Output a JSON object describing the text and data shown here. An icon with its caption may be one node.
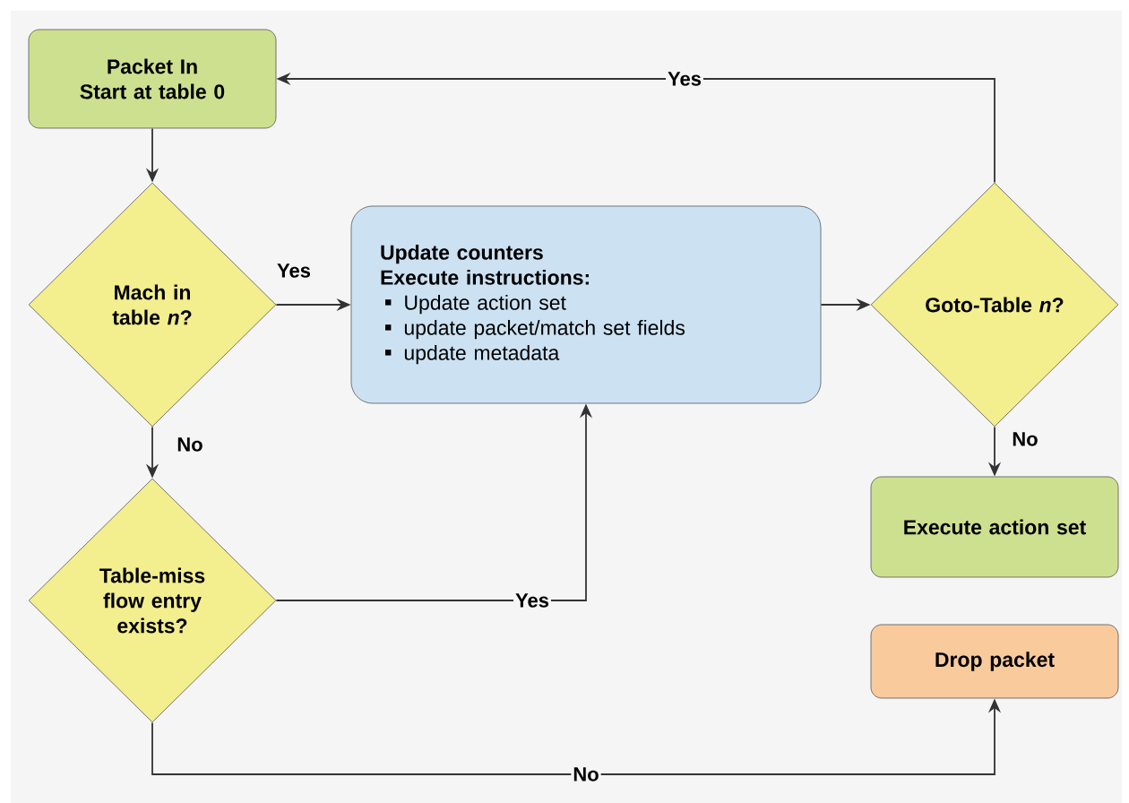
{
  "diagram": {
    "nodes": [
      {
        "text": [
          "Packet In",
          "Start at table 0"
        ]
      },
      {
        "text": [
          "Mach in table *n*?"
        ]
      },
      {
        "text": [
          "Update counters",
          "Execute instructions:",
          "Update action set",
          "update packet/match set fields",
          "update metadata"
        ]
      },
      {
        "text": [
          "Goto-Table *n*?"
        ]
      },
      {
        "text": [
          "Table-miss flow entry exists?"
        ]
      },
      {
        "text": [
          "Execute action set"
        ]
      },
      {
        "text": [
          "Drop packet"
        ]
      }
    ],
    "edges": [
      {
        "from": 0,
        "to": 1,
        "arrow": "to"
      },
      {
        "from": 1,
        "to": 2,
        "arrow": "to",
        "label": "Yes"
      },
      {
        "from": 1,
        "to": 4,
        "arrow": "to",
        "label": "No"
      },
      {
        "from": 2,
        "to": 3,
        "arrow": "to"
      },
      {
        "from": 3,
        "to": 0,
        "arrow": "to",
        "label": "Yes"
      },
      {
        "from": 3,
        "to": 5,
        "arrow": "to",
        "label": "No"
      },
      {
        "from": 4,
        "to": 2,
        "arrow": "to",
        "label": "Yes"
      },
      {
        "from": 4,
        "to": 6,
        "arrow": "to",
        "label": "No"
      }
    ]
  }
}
